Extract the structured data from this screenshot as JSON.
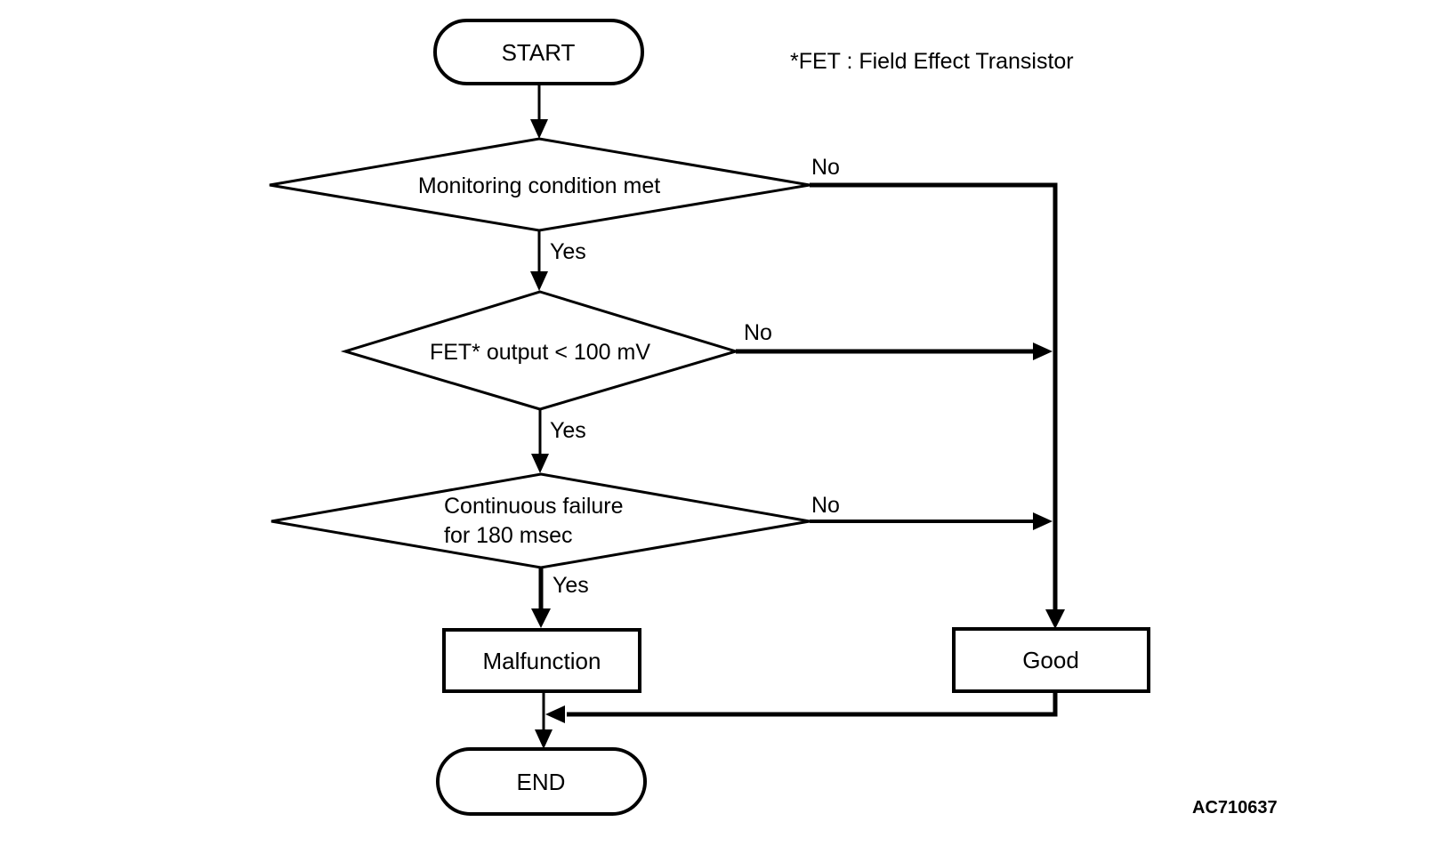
{
  "page": {
    "background_color": "#ffffff"
  },
  "annotations": {
    "fet_note": "*FET : Field Effect Transistor",
    "figure_code": "AC710637"
  },
  "flowchart": {
    "type": "flowchart",
    "colors": {
      "stroke": "#000000",
      "shape_fill": "#ffffff",
      "text": "#000000"
    },
    "nodes": [
      {
        "id": "start",
        "type": "terminator",
        "label": "START"
      },
      {
        "id": "monitoring_condition",
        "type": "decision",
        "label": "Monitoring condition met"
      },
      {
        "id": "fet_output",
        "type": "decision",
        "label": "FET* output < 100 mV"
      },
      {
        "id": "continuous_failure",
        "type": "decision",
        "label": "Continuous failure for 180 msec",
        "label_lines": [
          "Continuous failure",
          "for 180 msec"
        ]
      },
      {
        "id": "malfunction",
        "type": "process",
        "label": "Malfunction"
      },
      {
        "id": "good",
        "type": "process",
        "label": "Good"
      },
      {
        "id": "end",
        "type": "terminator",
        "label": "END"
      }
    ],
    "edges": [
      {
        "from": "start",
        "to": "monitoring_condition",
        "label": ""
      },
      {
        "from": "monitoring_condition",
        "to": "fet_output",
        "label": "Yes"
      },
      {
        "from": "monitoring_condition",
        "to": "good",
        "label": "No"
      },
      {
        "from": "fet_output",
        "to": "continuous_failure",
        "label": "Yes"
      },
      {
        "from": "fet_output",
        "to": "good",
        "label": "No"
      },
      {
        "from": "continuous_failure",
        "to": "malfunction",
        "label": "Yes"
      },
      {
        "from": "continuous_failure",
        "to": "good",
        "label": "No"
      },
      {
        "from": "malfunction",
        "to": "end",
        "label": ""
      },
      {
        "from": "good",
        "to": "end",
        "label": ""
      }
    ]
  }
}
